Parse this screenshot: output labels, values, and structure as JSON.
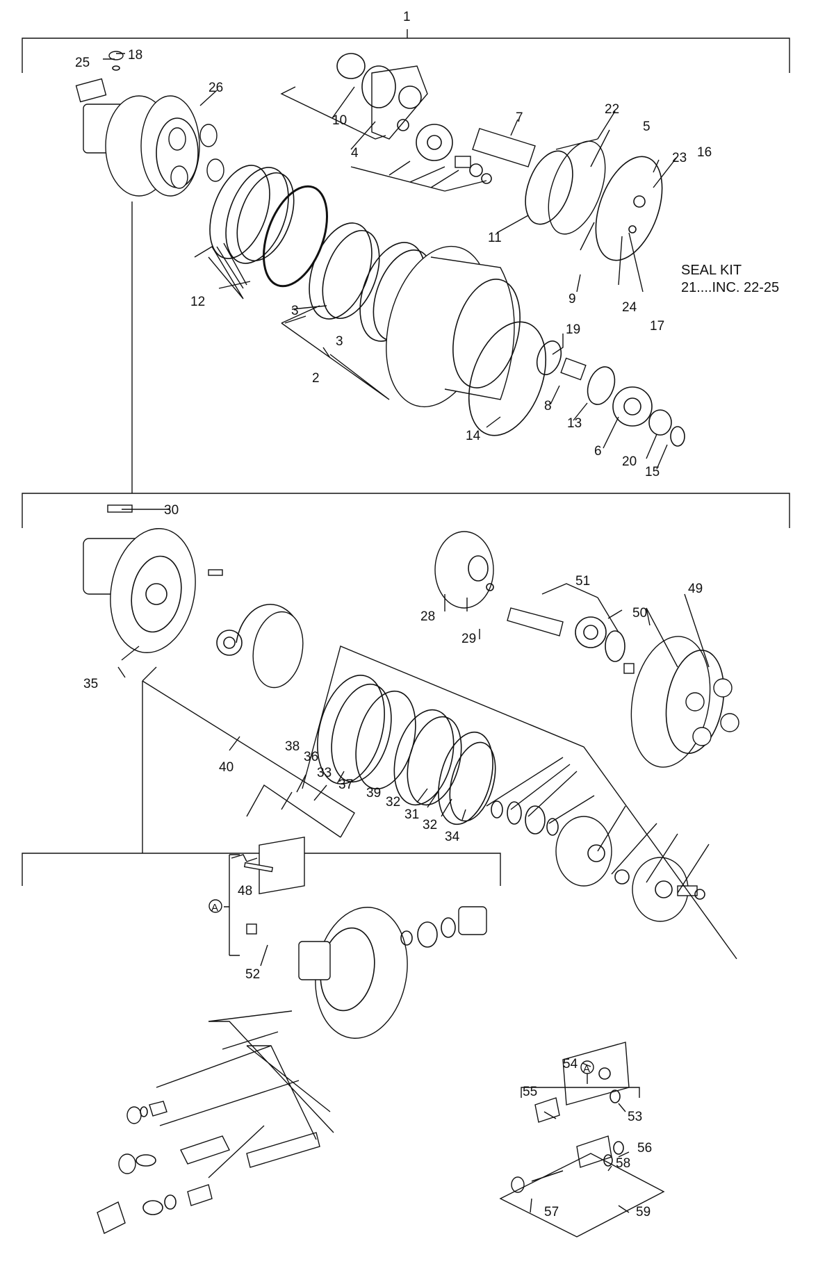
{
  "diagram": {
    "callouts": [
      "1",
      "2",
      "3",
      "3",
      "4",
      "5",
      "6",
      "7",
      "8",
      "9",
      "10",
      "11",
      "12",
      "13",
      "14",
      "15",
      "16",
      "17",
      "18",
      "19",
      "20",
      "22",
      "23",
      "24",
      "25",
      "26",
      "28",
      "29",
      "30",
      "31",
      "32",
      "32",
      "33",
      "34",
      "35",
      "36",
      "37",
      "38",
      "39",
      "40",
      "48",
      "49",
      "50",
      "51",
      "52",
      "53",
      "54",
      "55",
      "56",
      "57",
      "58",
      "59"
    ],
    "seal_kit_line1": "SEAL KIT",
    "seal_kit_line2": "21....INC. 22-25",
    "circled_ref": "A"
  }
}
